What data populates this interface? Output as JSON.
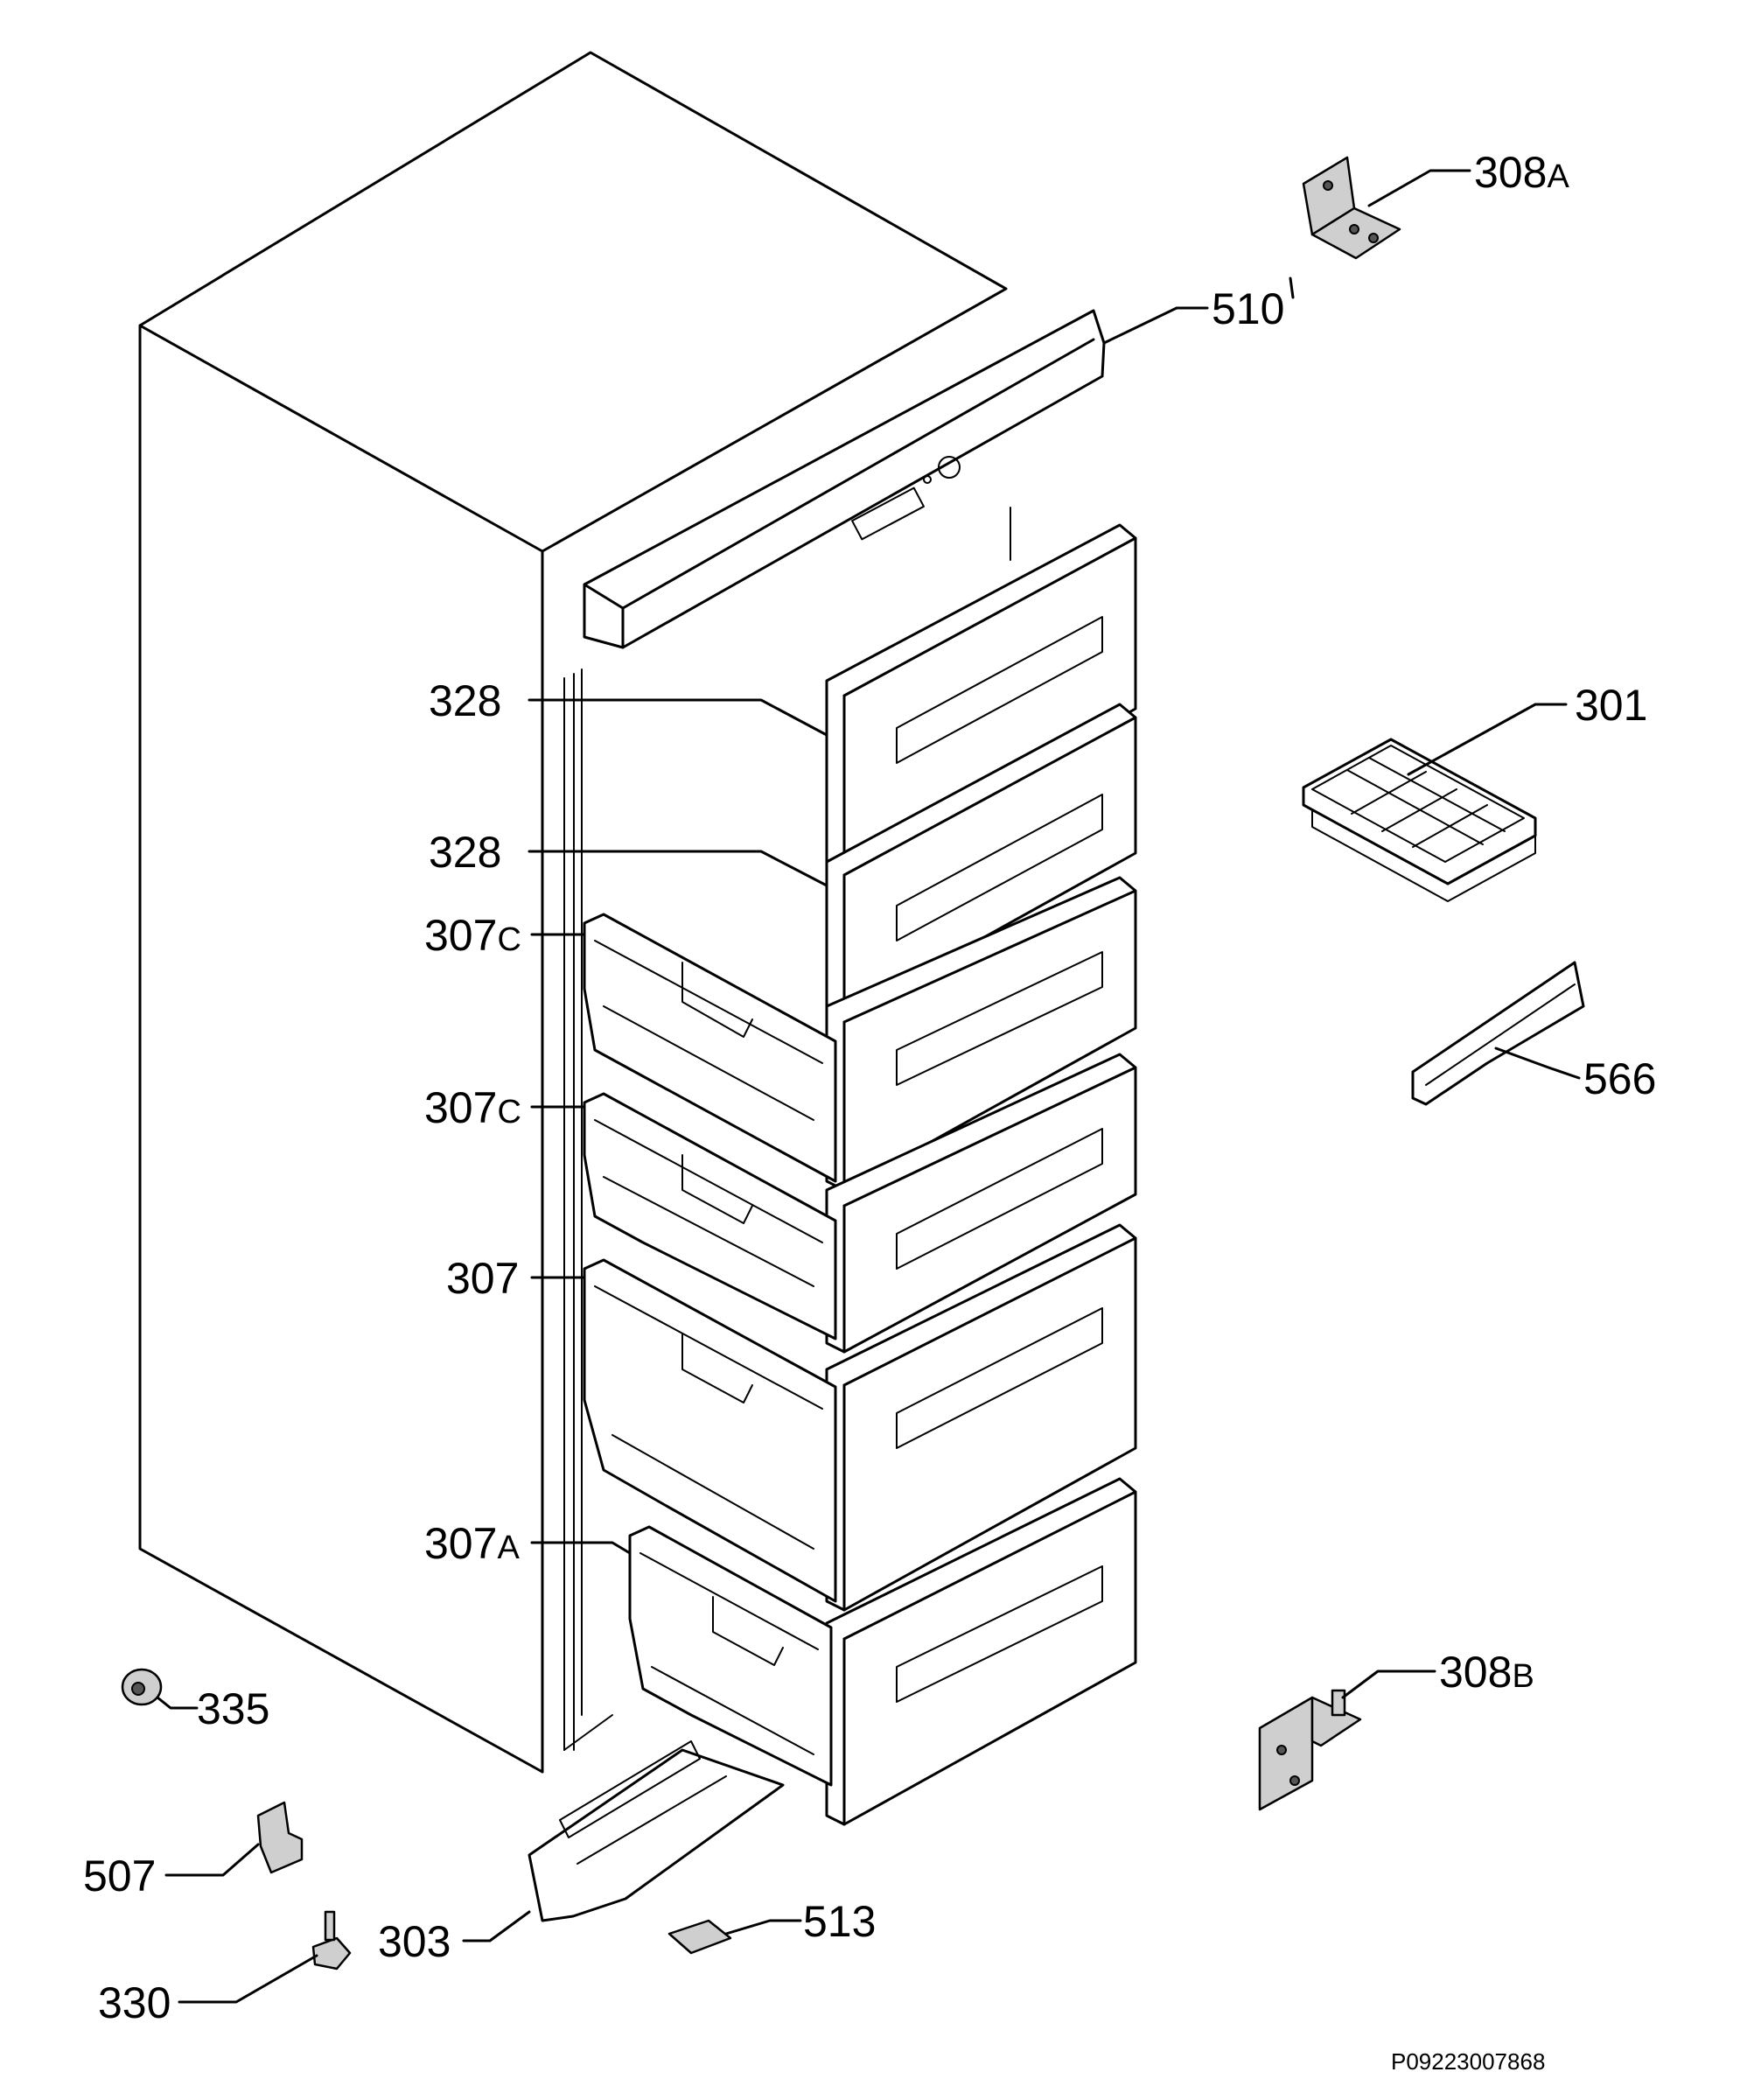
{
  "callouts": [
    {
      "id": "308A",
      "number": "308",
      "suffix": "A"
    },
    {
      "id": "510",
      "number": "510",
      "suffix": ""
    },
    {
      "id": "328-top",
      "number": "328",
      "suffix": ""
    },
    {
      "id": "301",
      "number": "301",
      "suffix": ""
    },
    {
      "id": "328-second",
      "number": "328",
      "suffix": ""
    },
    {
      "id": "307C-top",
      "number": "307",
      "suffix": "C"
    },
    {
      "id": "566",
      "number": "566",
      "suffix": ""
    },
    {
      "id": "307C-second",
      "number": "307",
      "suffix": "C"
    },
    {
      "id": "307",
      "number": "307",
      "suffix": ""
    },
    {
      "id": "307A",
      "number": "307",
      "suffix": "A"
    },
    {
      "id": "308B",
      "number": "308",
      "suffix": "B"
    },
    {
      "id": "335",
      "number": "335",
      "suffix": ""
    },
    {
      "id": "507",
      "number": "507",
      "suffix": ""
    },
    {
      "id": "513",
      "number": "513",
      "suffix": ""
    },
    {
      "id": "303",
      "number": "303",
      "suffix": ""
    },
    {
      "id": "330",
      "number": "330",
      "suffix": ""
    }
  ],
  "document_number": "P09223007868"
}
